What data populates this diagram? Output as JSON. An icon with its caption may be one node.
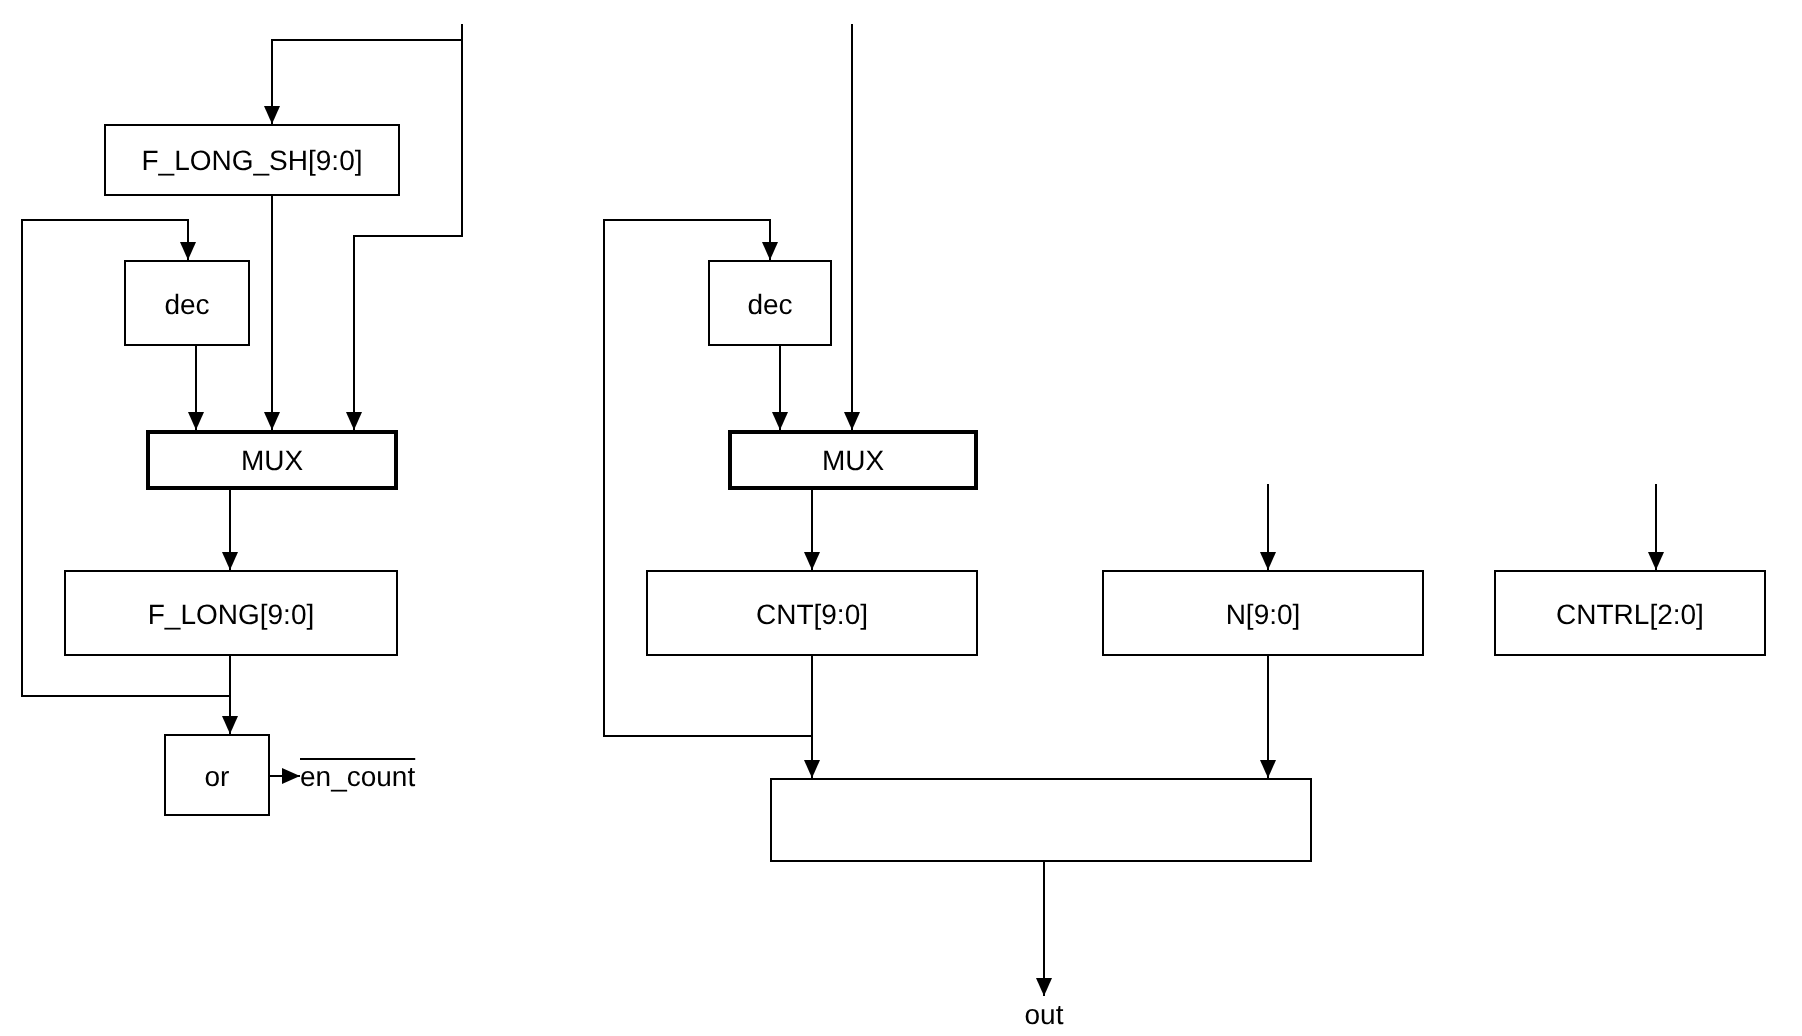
{
  "diagram": {
    "nodes": [
      {
        "text": [
          "F_LONG_SH[9:0]"
        ]
      },
      {
        "text": [
          "dec"
        ]
      },
      {
        "text": [
          "MUX"
        ]
      },
      {
        "text": [
          "F_LONG[9:0]"
        ]
      },
      {
        "text": [
          "or"
        ]
      },
      {
        "text": [
          "en_count"
        ]
      },
      {
        "text": [
          "dec"
        ]
      },
      {
        "text": [
          "MUX"
        ]
      },
      {
        "text": [
          "CNT[9:0]"
        ]
      },
      {
        "text": [
          "N[9:0]"
        ]
      },
      {
        "text": [
          "CNTRL[2:0]"
        ]
      },
      {
        "text": [],
        "shape": "box"
      },
      {
        "text": [
          "out"
        ]
      }
    ],
    "edges": [
      {
        "from": null,
        "to": 0,
        "arrow": "to"
      },
      {
        "from": null,
        "to": 2,
        "arrow": "to"
      },
      {
        "from": 0,
        "to": 2,
        "arrow": "to"
      },
      {
        "from": 1,
        "to": 2,
        "arrow": "to"
      },
      {
        "from": 2,
        "to": 3,
        "arrow": "to"
      },
      {
        "from": 3,
        "to": 4,
        "arrow": "to"
      },
      {
        "from": 3,
        "to": 1,
        "arrow": "to"
      },
      {
        "from": 4,
        "to": 5,
        "arrow": "to"
      },
      {
        "from": null,
        "to": 7,
        "arrow": "to"
      },
      {
        "from": 6,
        "to": 7,
        "arrow": "to"
      },
      {
        "from": 7,
        "to": 8,
        "arrow": "to"
      },
      {
        "from": 8,
        "to": 11,
        "arrow": "to"
      },
      {
        "from": 8,
        "to": 6,
        "arrow": "to"
      },
      {
        "from": null,
        "to": 9,
        "arrow": "to"
      },
      {
        "from": null,
        "to": 10,
        "arrow": "to"
      },
      {
        "from": 9,
        "to": 11,
        "arrow": "to"
      },
      {
        "from": 11,
        "to": 12,
        "arrow": "to"
      }
    ]
  }
}
